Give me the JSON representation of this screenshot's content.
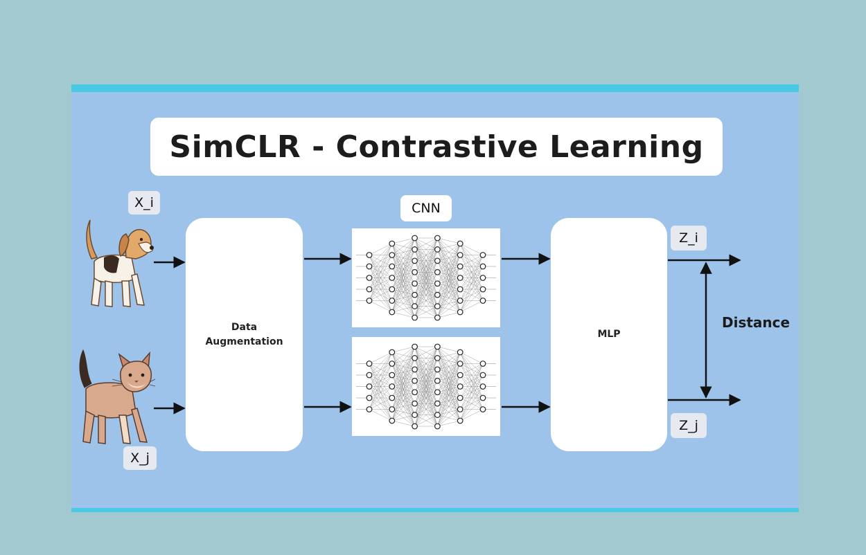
{
  "title": "SimCLR - Contrastive Learning",
  "labels": {
    "x_i": "X_i",
    "x_j": "X_j",
    "cnn": "CNN",
    "z_i": "Z_i",
    "z_j": "Z_j",
    "distance": "Distance"
  },
  "blocks": {
    "augmentation_line1": "Data",
    "augmentation_line2": "Augmentation",
    "mlp": "MLP"
  },
  "neural_net_layers": [
    5,
    7,
    8,
    8,
    7,
    5
  ],
  "colors": {
    "background": "#a3c9d0",
    "panel": "#9dc3eb",
    "accent_border": "#49c9e3",
    "arrow": "#111111"
  },
  "icons": [
    "dog-illustration",
    "cat-illustration",
    "neural-network-icon"
  ]
}
